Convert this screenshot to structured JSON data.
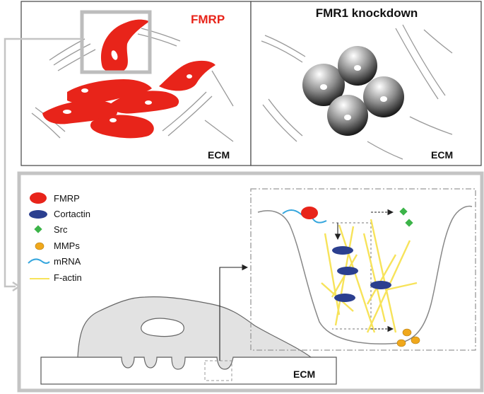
{
  "panel_top_left": {
    "title": "FMRP",
    "ecm_label": "ECM"
  },
  "panel_top_right": {
    "title": "FMR1 knockdown",
    "ecm_label": "ECM"
  },
  "panel_bottom": {
    "ecm_label": "ECM",
    "legend": [
      {
        "label": "FMRP",
        "symbol": "fmrp-red-ellipse",
        "color": "#e8241a"
      },
      {
        "label": "Cortactin",
        "symbol": "cortactin-blue-ellipse",
        "color": "#2b3f8f"
      },
      {
        "label": "Src",
        "symbol": "src-green-diamond",
        "color": "#3cb449"
      },
      {
        "label": "MMPs",
        "symbol": "mmp-orange-circle",
        "color": "#f0a81c"
      },
      {
        "label": "mRNA",
        "symbol": "mrna-blue-wave",
        "color": "#35a6dd"
      },
      {
        "label": "F-actin",
        "symbol": "f-actin-yellow-line",
        "color": "#f7e35a"
      }
    ]
  },
  "colors": {
    "fmrp_red": "#e8241a",
    "frame_gray": "#c4c4c4",
    "cell_fill": "#e2e2e2",
    "cortactin_blue": "#2b3f8f",
    "src_green": "#3cb449",
    "mmp_orange": "#f0a81c",
    "mrna_blue": "#35a6dd",
    "actin_yellow": "#f7e35a"
  }
}
